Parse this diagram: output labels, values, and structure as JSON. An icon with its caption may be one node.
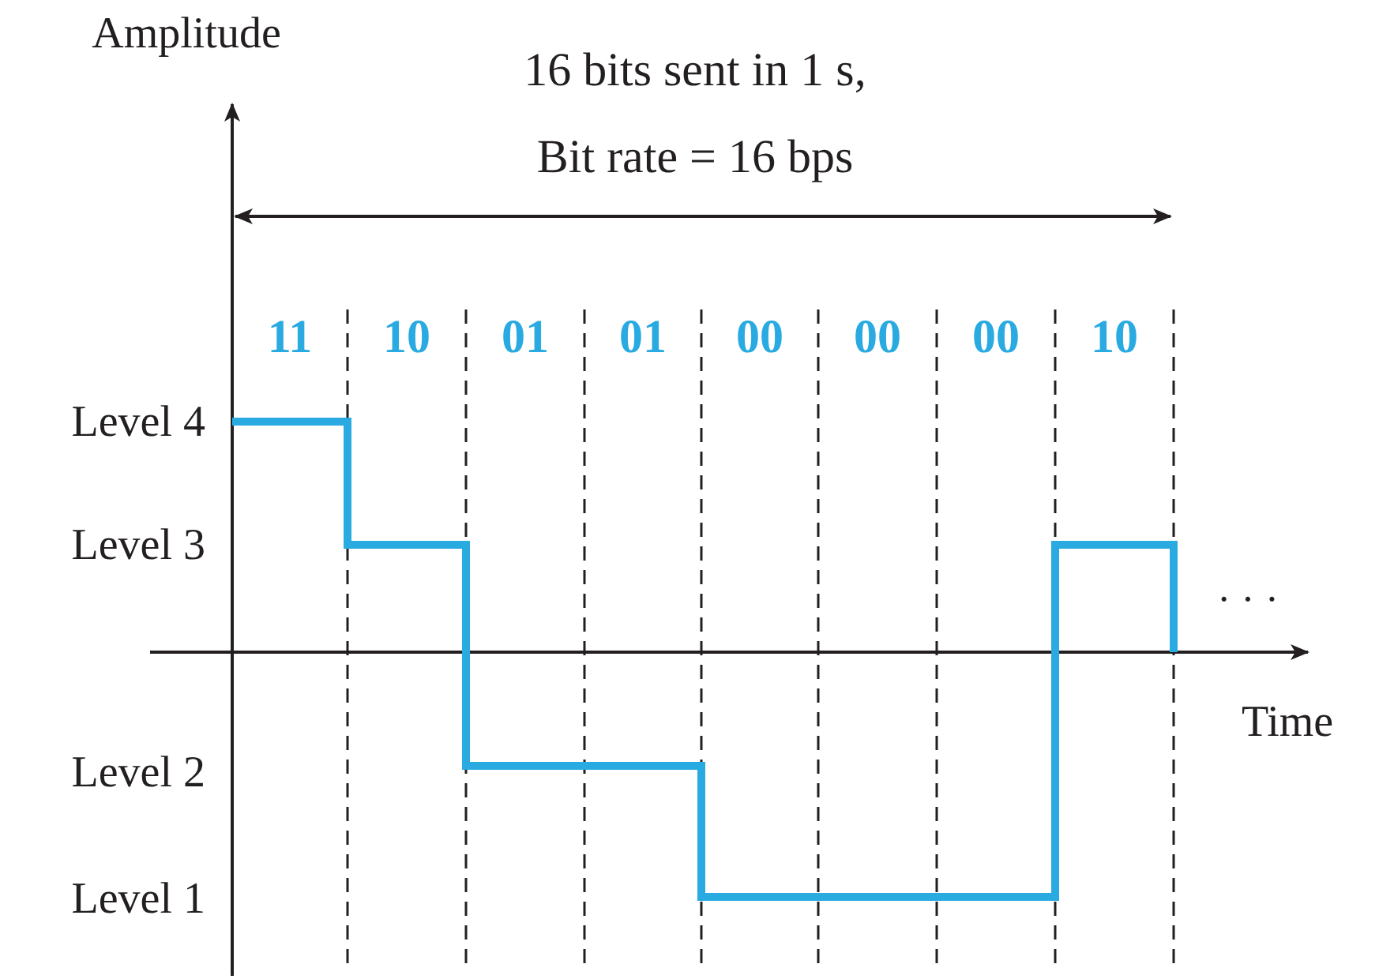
{
  "diagram": {
    "labels": [
      "Amplitude",
      "16 bits sent in 1 s,",
      "Bit rate = 16 bps",
      "11",
      "10",
      "01",
      "01",
      "00",
      "00",
      "00",
      "10",
      "Level 4",
      "Level 3",
      "Level 2",
      "Level 1",
      "Time",
      "· · ·"
    ]
  }
}
